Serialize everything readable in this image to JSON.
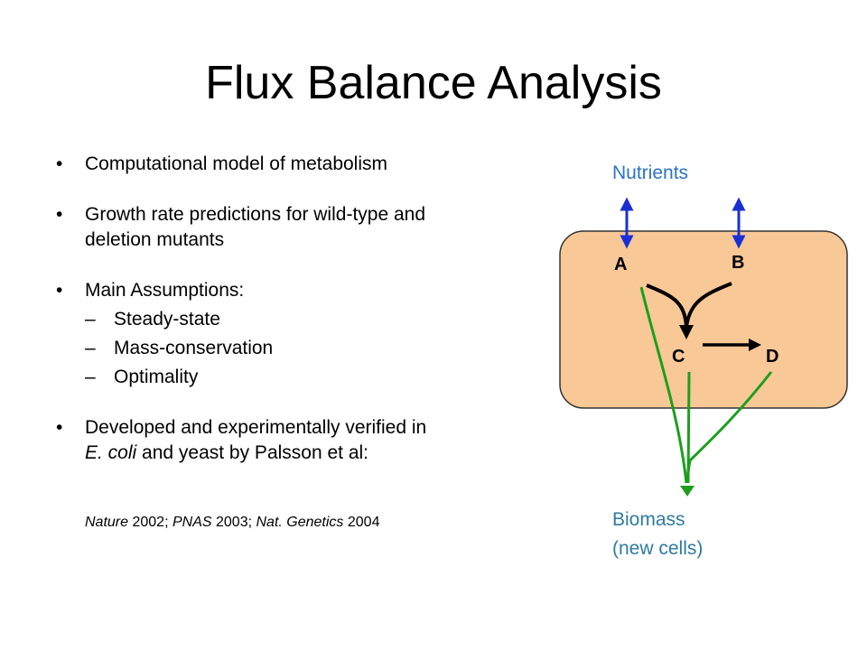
{
  "title": "Flux Balance Analysis",
  "bullets": [
    {
      "text": "Computational model of metabolism"
    },
    {
      "text_line1": "Growth rate predictions for wild-type and",
      "text_line2": "deletion mutants"
    },
    {
      "text": "Main Assumptions:",
      "subitems": [
        "Steady-state",
        "Mass-conservation",
        "Optimality"
      ]
    },
    {
      "text_line1": "Developed and experimentally verified in",
      "text_line2_italic": "E. coli",
      "text_line2_rest": " and yeast by Palsson et al:"
    }
  ],
  "reference": {
    "j1": "Nature",
    "y1": " 2002; ",
    "j2": "PNAS",
    "y2": " 2003; ",
    "j3": "Nat. Genetics",
    "y3": " 2004"
  },
  "diagram": {
    "nutrients_label": "Nutrients",
    "biomass_label_line1": "Biomass",
    "biomass_label_line2": "(new cells)",
    "nodes": [
      "A",
      "B",
      "C",
      "D"
    ],
    "colors": {
      "cell": "#f8c896",
      "cell_border": "#333333",
      "nutrient_arrow": "#1a2fd6",
      "biomass_line": "#1e9e1e",
      "reaction": "#000000",
      "nutrients_text": "#2b72c9",
      "biomass_text": "#2e7aa0"
    }
  },
  "bullet_glyph": "•",
  "dash_glyph": "–"
}
